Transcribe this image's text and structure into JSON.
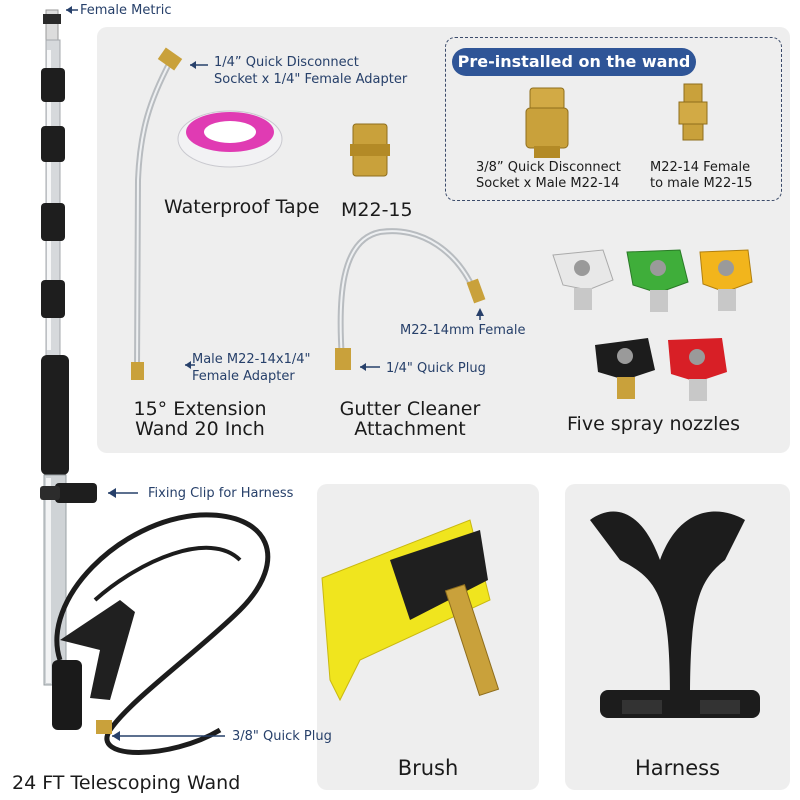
{
  "labels": {
    "female_metric": "Female Metric",
    "quick_disconnect_socket": [
      "1/4”  Quick Disconnect",
      "Socket x 1/4\" Female Adapter"
    ],
    "waterproof_tape": "Waterproof Tape",
    "m22_15": "M22-15",
    "preinstalled_title": "Pre-installed on the wand",
    "quick_disconnect_m22": [
      "3/8” Quick Disconnect",
      "Socket x Male M22-14"
    ],
    "m22_14_female": [
      "M22-14 Female",
      "to male M22-15"
    ],
    "m22_14mm_female": "M22-14mm Female",
    "male_adapter": [
      "Male M22-14x1/4\"",
      "Female Adapter"
    ],
    "quarter_quick_plug": "1/4\" Quick Plug",
    "extension_wand": [
      "15° Extension",
      "Wand 20 Inch"
    ],
    "gutter_cleaner": [
      "Gutter Cleaner",
      "Attachment"
    ],
    "five_nozzles": "Five spray nozzles",
    "fixing_clip": "Fixing Clip for Harness",
    "three_eighths_plug": "3/8\" Quick Plug",
    "telescoping_wand": "24 FT Telescoping Wand",
    "brush": "Brush",
    "harness": "Harness"
  },
  "nozzle_colors": [
    "#e8e8e8",
    "#3fae3a",
    "#f2b51c",
    "#1c1c1c",
    "#d81f26"
  ],
  "accent_blue": "#2f5597",
  "brass": "#c9a13b"
}
